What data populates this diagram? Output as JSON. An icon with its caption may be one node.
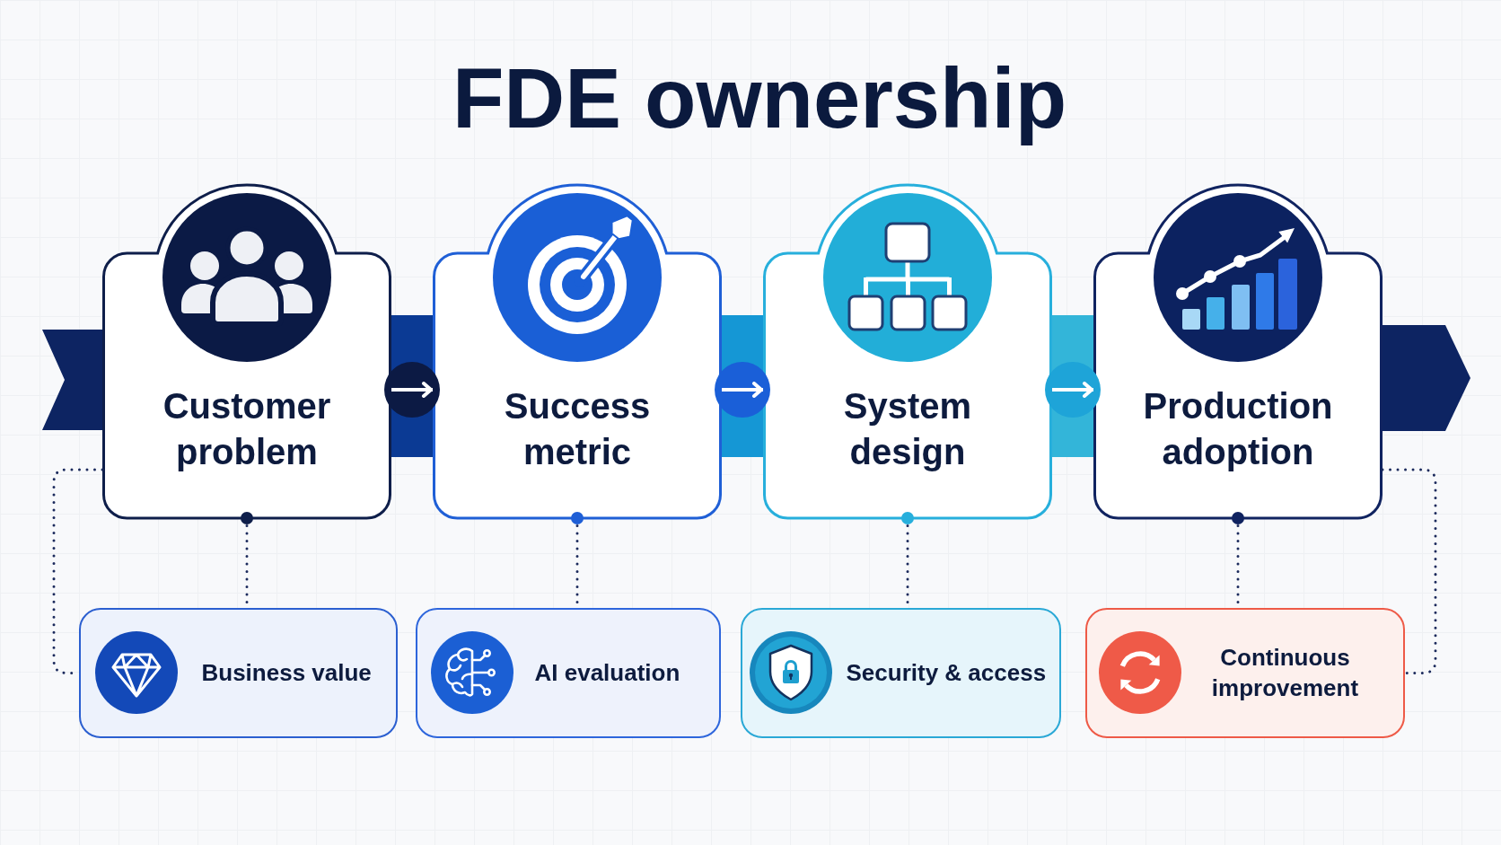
{
  "diagram": {
    "title": "FDE ownership",
    "nodes": [
      {
        "text": [
          "Customer problem"
        ]
      },
      {
        "text": [
          "Success metric"
        ]
      },
      {
        "text": [
          "System design"
        ]
      },
      {
        "text": [
          "Production adoption"
        ]
      },
      {
        "text": [
          "Business value"
        ]
      },
      {
        "text": [
          "AI evaluation"
        ]
      },
      {
        "text": [
          "Security & access"
        ]
      },
      {
        "text": [
          "Continuous improvement"
        ]
      }
    ],
    "edges": [
      {
        "from": 0,
        "to": 1,
        "arrow": "to",
        "color": "#ffffff"
      },
      {
        "from": 1,
        "to": 2,
        "arrow": "to",
        "color": "#ffffff"
      },
      {
        "from": 2,
        "to": 3,
        "arrow": "to",
        "color": "#ffffff"
      },
      {
        "from": 0,
        "to": 4,
        "arrow": "other",
        "style": "dashed"
      },
      {
        "from": 1,
        "to": 5,
        "arrow": "other",
        "style": "dashed"
      },
      {
        "from": 2,
        "to": 6,
        "arrow": "other",
        "style": "dashed"
      },
      {
        "from": 3,
        "to": 7,
        "arrow": "other",
        "style": "dashed"
      },
      {
        "from": 0,
        "to": 4,
        "arrow": "none",
        "style": "dashed"
      },
      {
        "from": 3,
        "to": 7,
        "arrow": "none",
        "style": "dashed"
      }
    ]
  }
}
